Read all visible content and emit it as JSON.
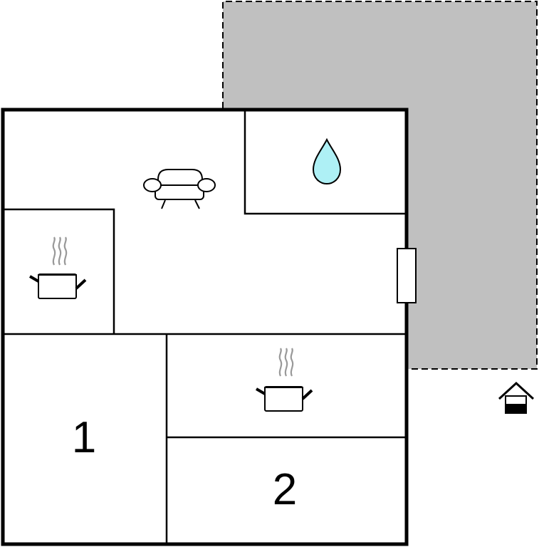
{
  "floor_plan": {
    "rooms": [
      {
        "id": "living",
        "icon": "sofa-icon"
      },
      {
        "id": "bathroom",
        "icon": "water-drop-icon"
      },
      {
        "id": "kitchen-1",
        "icon": "cooking-pot-icon"
      },
      {
        "id": "kitchen-2",
        "icon": "cooking-pot-icon"
      },
      {
        "id": "bedroom-1",
        "label": "1"
      },
      {
        "id": "bedroom-2",
        "label": "2"
      }
    ],
    "legend_icon": "house-entrance-icon",
    "colors": {
      "wall": "#000000",
      "terrace": "#c0c0c0",
      "water": "#aef0f5",
      "steam": "#999999",
      "background": "#ffffff"
    }
  }
}
